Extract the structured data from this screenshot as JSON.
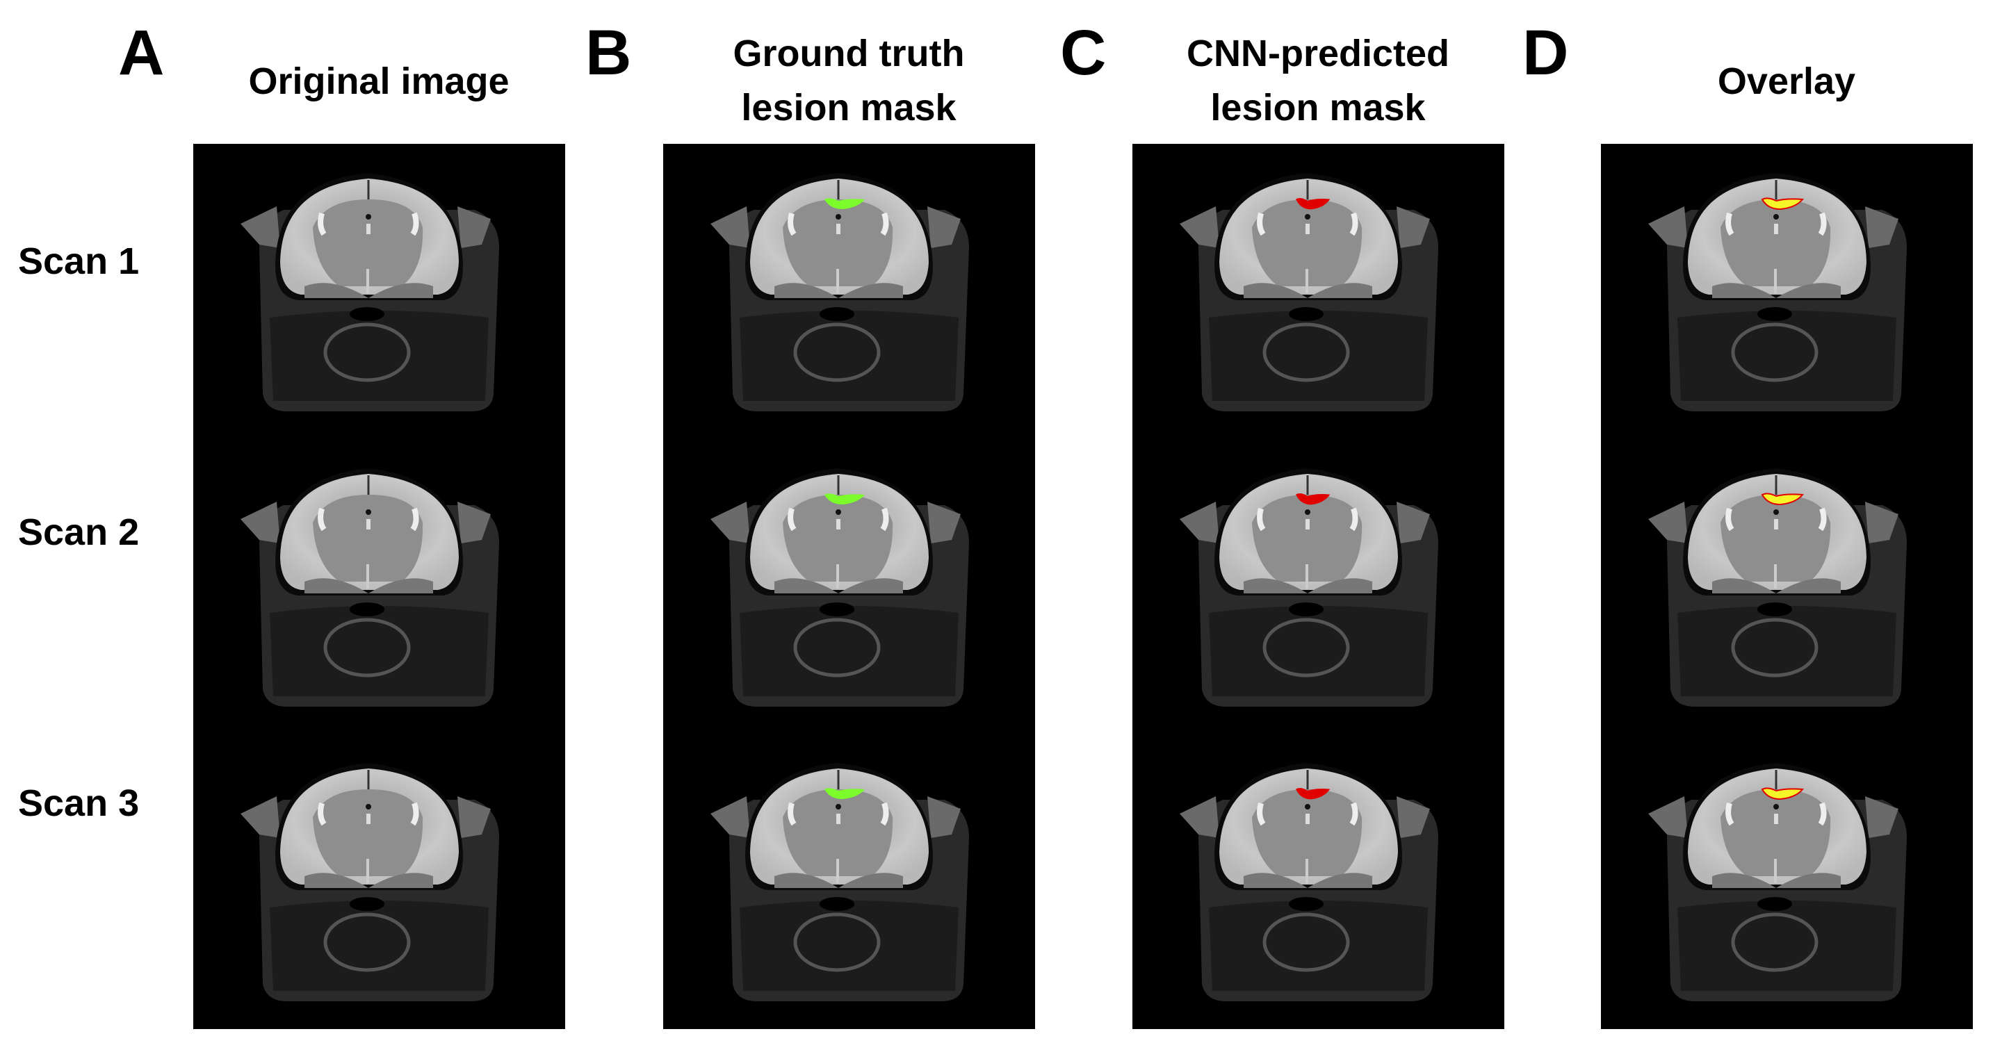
{
  "panels": [
    {
      "letter": "A",
      "title_line1": "Original image",
      "title_line2": "",
      "mask": "none"
    },
    {
      "letter": "B",
      "title_line1": "Ground truth",
      "title_line2": "lesion mask",
      "mask": "ground-truth"
    },
    {
      "letter": "C",
      "title_line1": "CNN-predicted",
      "title_line2": "lesion mask",
      "mask": "predicted"
    },
    {
      "letter": "D",
      "title_line1": "Overlay",
      "title_line2": "",
      "mask": "overlay"
    }
  ],
  "rows": [
    {
      "label": "Scan 1"
    },
    {
      "label": "Scan 2"
    },
    {
      "label": "Scan 3"
    }
  ],
  "colors": {
    "ground_truth": "#7cfc2a",
    "predicted": "#e00000",
    "overlay": "#f5f52a",
    "overlay_edge": "#e00000",
    "background": "#000000"
  }
}
